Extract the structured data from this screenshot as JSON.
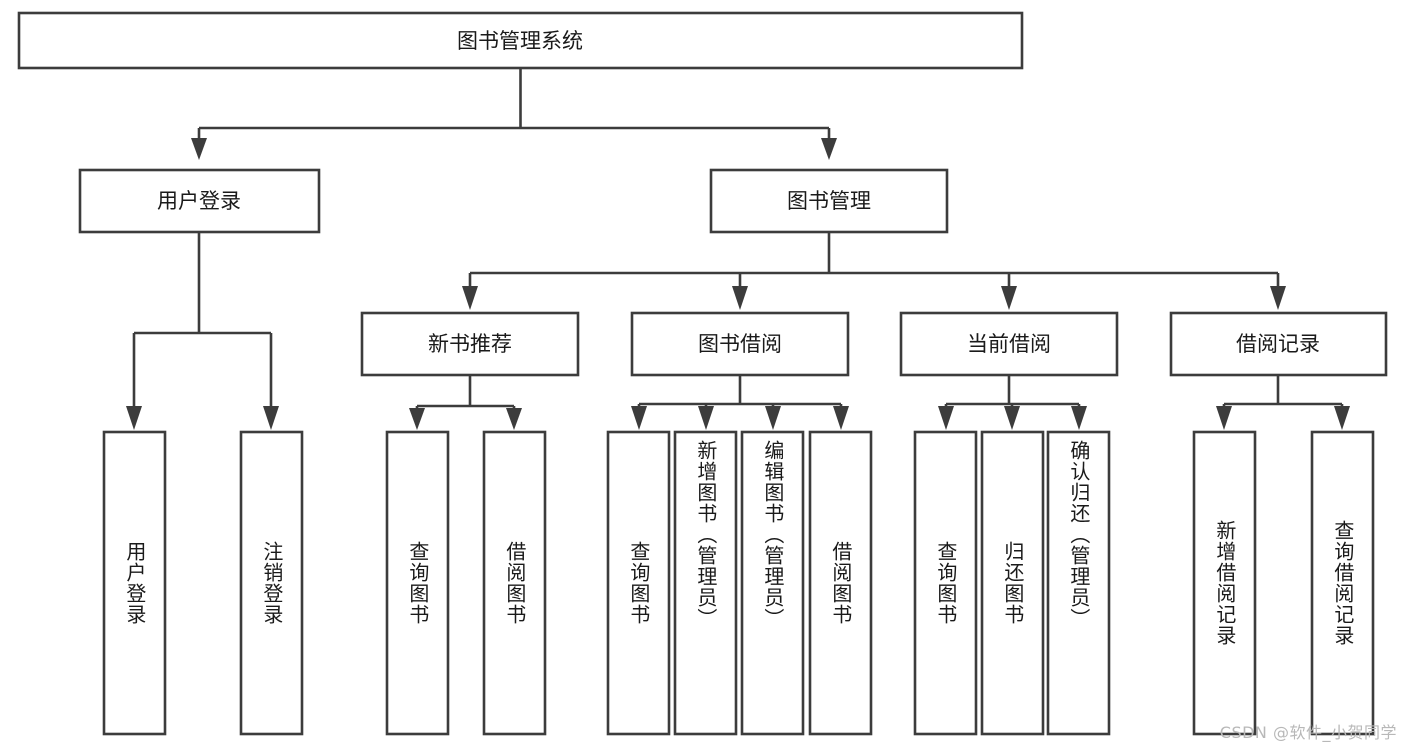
{
  "diagram": {
    "type": "tree-hierarchy-flowchart",
    "title": "图书管理系统",
    "orientation": "top-down",
    "style": {
      "box_fill": "#ffffff",
      "box_stroke": "#3c3c3c",
      "text_color": "#1a1a1a",
      "background": "#ffffff",
      "watermark_color": "#b8b8b8"
    },
    "root": {
      "label": "图书管理系统"
    },
    "level2": [
      {
        "id": "user-login",
        "label": "用户登录"
      },
      {
        "id": "book-management",
        "label": "图书管理"
      }
    ],
    "level3": [
      {
        "id": "new-book-recommend",
        "label": "新书推荐",
        "parent": "book-management"
      },
      {
        "id": "book-borrow",
        "label": "图书借阅",
        "parent": "book-management"
      },
      {
        "id": "current-borrow",
        "label": "当前借阅",
        "parent": "book-management"
      },
      {
        "id": "borrow-record",
        "label": "借阅记录",
        "parent": "book-management"
      }
    ],
    "leaves": [
      {
        "id": "leaf-user-login",
        "label": "用户登录",
        "parent": "user-login"
      },
      {
        "id": "leaf-logout-login",
        "label": "注销登录",
        "parent": "user-login"
      },
      {
        "id": "leaf-query-book-1",
        "label": "查询图书",
        "parent": "new-book-recommend"
      },
      {
        "id": "leaf-borrow-book-1",
        "label": "借阅图书",
        "parent": "new-book-recommend"
      },
      {
        "id": "leaf-query-book-2",
        "label": "查询图书",
        "parent": "book-borrow"
      },
      {
        "id": "leaf-add-book",
        "label": "新增图书（管理员）",
        "parent": "book-borrow"
      },
      {
        "id": "leaf-edit-book",
        "label": "编辑图书（管理员）",
        "parent": "book-borrow"
      },
      {
        "id": "leaf-borrow-book-2",
        "label": "借阅图书",
        "parent": "book-borrow"
      },
      {
        "id": "leaf-query-book-3",
        "label": "查询图书",
        "parent": "current-borrow"
      },
      {
        "id": "leaf-return-book",
        "label": "归还图书",
        "parent": "current-borrow"
      },
      {
        "id": "leaf-confirm-return",
        "label": "确认归还（管理员）",
        "parent": "current-borrow"
      },
      {
        "id": "leaf-add-record",
        "label": "新增借阅记录",
        "parent": "borrow-record"
      },
      {
        "id": "leaf-query-record",
        "label": "查询借阅记录",
        "parent": "borrow-record"
      }
    ],
    "watermark": "CSDN @软件_小贺同学"
  }
}
